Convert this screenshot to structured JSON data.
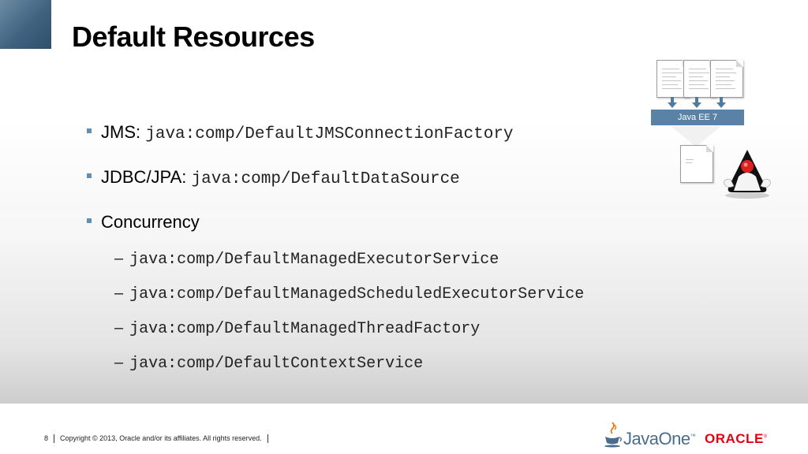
{
  "title": "Default Resources",
  "bullets": [
    {
      "label": "JMS:",
      "code": "java:comp/DefaultJMSConnectionFactory"
    },
    {
      "label": "JDBC/JPA:",
      "code": "java:comp/DefaultDataSource"
    },
    {
      "label": "Concurrency",
      "code": ""
    }
  ],
  "sub_bullets": [
    "java:comp/DefaultManagedExecutorService",
    "java:comp/DefaultManagedScheduledExecutorService",
    "java:comp/DefaultManagedThreadFactory",
    "java:comp/DefaultContextService"
  ],
  "diagram": {
    "box_label": "Java EE 7"
  },
  "footer": {
    "page_number": "8",
    "copyright": "Copyright © 2013, Oracle and/or its affiliates. All rights reserved."
  },
  "logos": {
    "javaone": "JavaOne",
    "oracle": "ORACLE"
  },
  "colors": {
    "accent": "#5a82a6",
    "bullet": "#5f8fb6",
    "oracle_red": "#e8000f"
  }
}
